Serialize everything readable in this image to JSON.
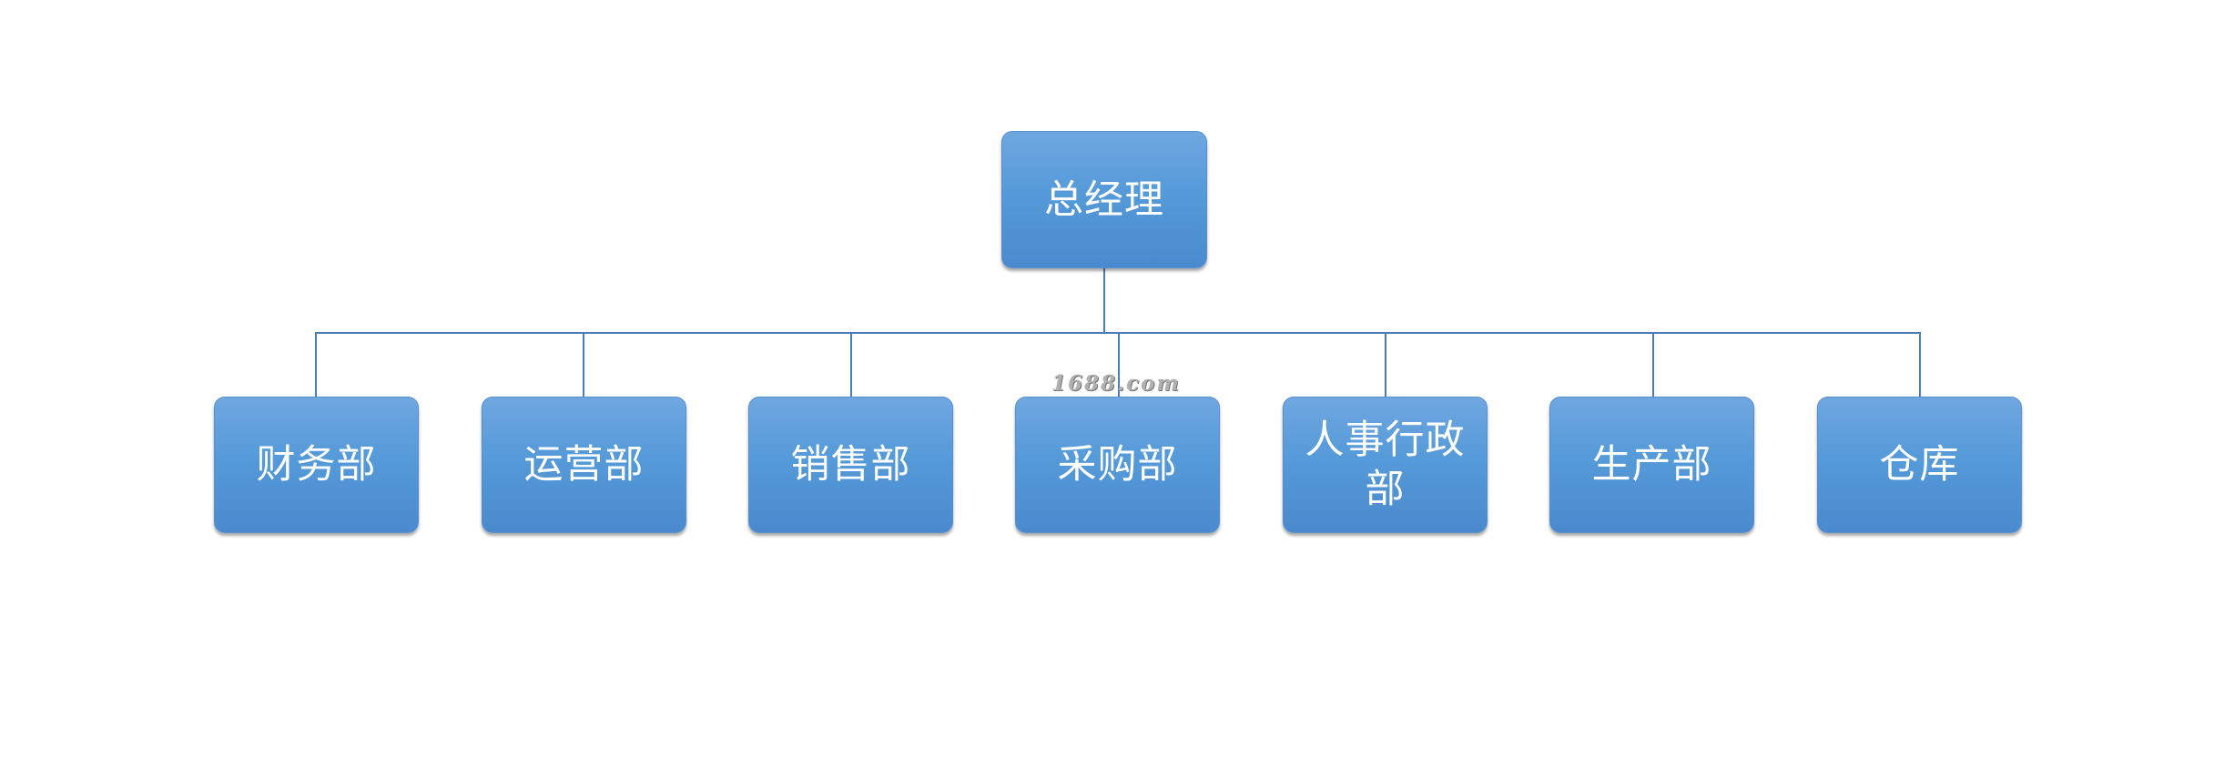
{
  "org_chart": {
    "root": {
      "label": "总经理"
    },
    "departments": [
      {
        "label": "财务部"
      },
      {
        "label": "运营部"
      },
      {
        "label": "销售部"
      },
      {
        "label": "采购部"
      },
      {
        "label": "人事行政部"
      },
      {
        "label": "生产部"
      },
      {
        "label": "仓库"
      }
    ]
  },
  "watermark": {
    "text": "1688.com"
  },
  "colors": {
    "node_fill_top": "#6fa7e0",
    "node_fill_bottom": "#4a8ace",
    "connector": "#4a7eb8",
    "node_text": "#ffffff",
    "background": "#ffffff"
  }
}
